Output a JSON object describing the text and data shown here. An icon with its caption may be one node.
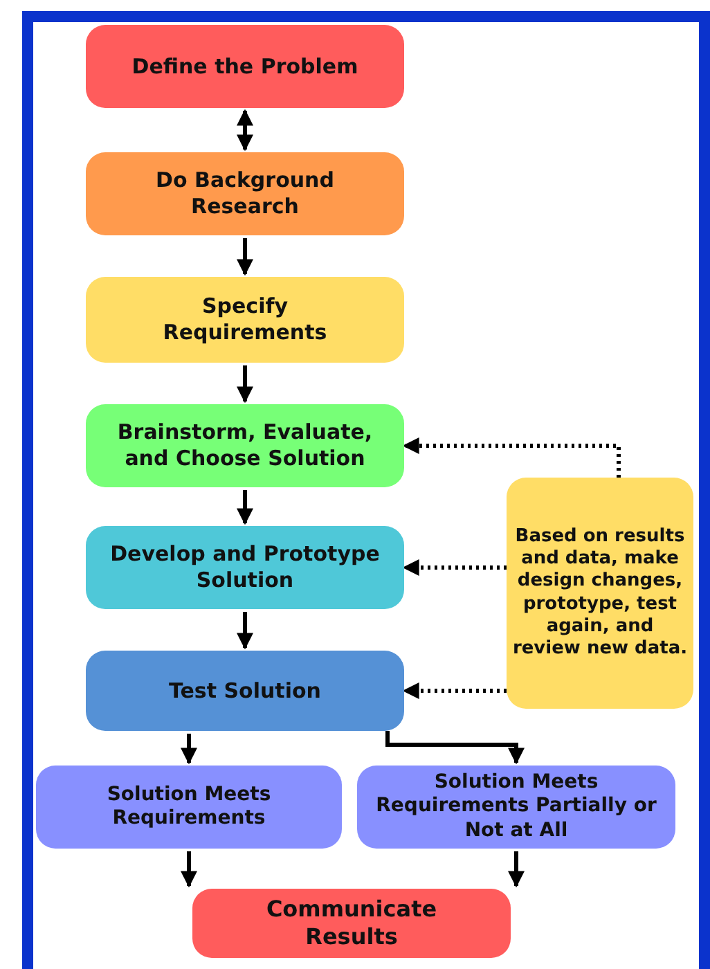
{
  "diagram": {
    "nodes": [
      {
        "text": [
          "Define the Problem"
        ]
      },
      {
        "text": [
          "Do Background Research"
        ]
      },
      {
        "text": [
          "Specify Requirements"
        ]
      },
      {
        "text": [
          "Brainstorm, Evaluate, and Choose Solution"
        ]
      },
      {
        "text": [
          "Develop and Prototype Solution"
        ]
      },
      {
        "text": [
          "Test Solution"
        ]
      },
      {
        "text": [
          "Based on results and data, make design changes, prototype, test again, and review new data."
        ]
      },
      {
        "text": [
          "Solution Meets Requirements"
        ]
      },
      {
        "text": [
          "Solution Meets Requirements Partially or Not at All"
        ]
      },
      {
        "text": [
          "Communicate Results"
        ]
      }
    ],
    "edges": [
      {
        "from": 0,
        "to": 1,
        "arrow": "both"
      },
      {
        "from": 1,
        "to": 2,
        "arrow": "to"
      },
      {
        "from": 2,
        "to": 3,
        "arrow": "to"
      },
      {
        "from": 3,
        "to": 4,
        "arrow": "to"
      },
      {
        "from": 4,
        "to": 5,
        "arrow": "to"
      },
      {
        "from": 5,
        "to": 7,
        "arrow": "to"
      },
      {
        "from": 5,
        "to": 8,
        "arrow": "to"
      },
      {
        "from": 7,
        "to": 9,
        "arrow": "to"
      },
      {
        "from": 8,
        "to": 9,
        "arrow": "to"
      },
      {
        "from": 6,
        "to": 3,
        "arrow": "to",
        "style": "dashed"
      },
      {
        "from": 6,
        "to": 4,
        "arrow": "to",
        "style": "dashed"
      },
      {
        "from": 6,
        "to": 5,
        "arrow": "to",
        "style": "dashed"
      }
    ]
  }
}
